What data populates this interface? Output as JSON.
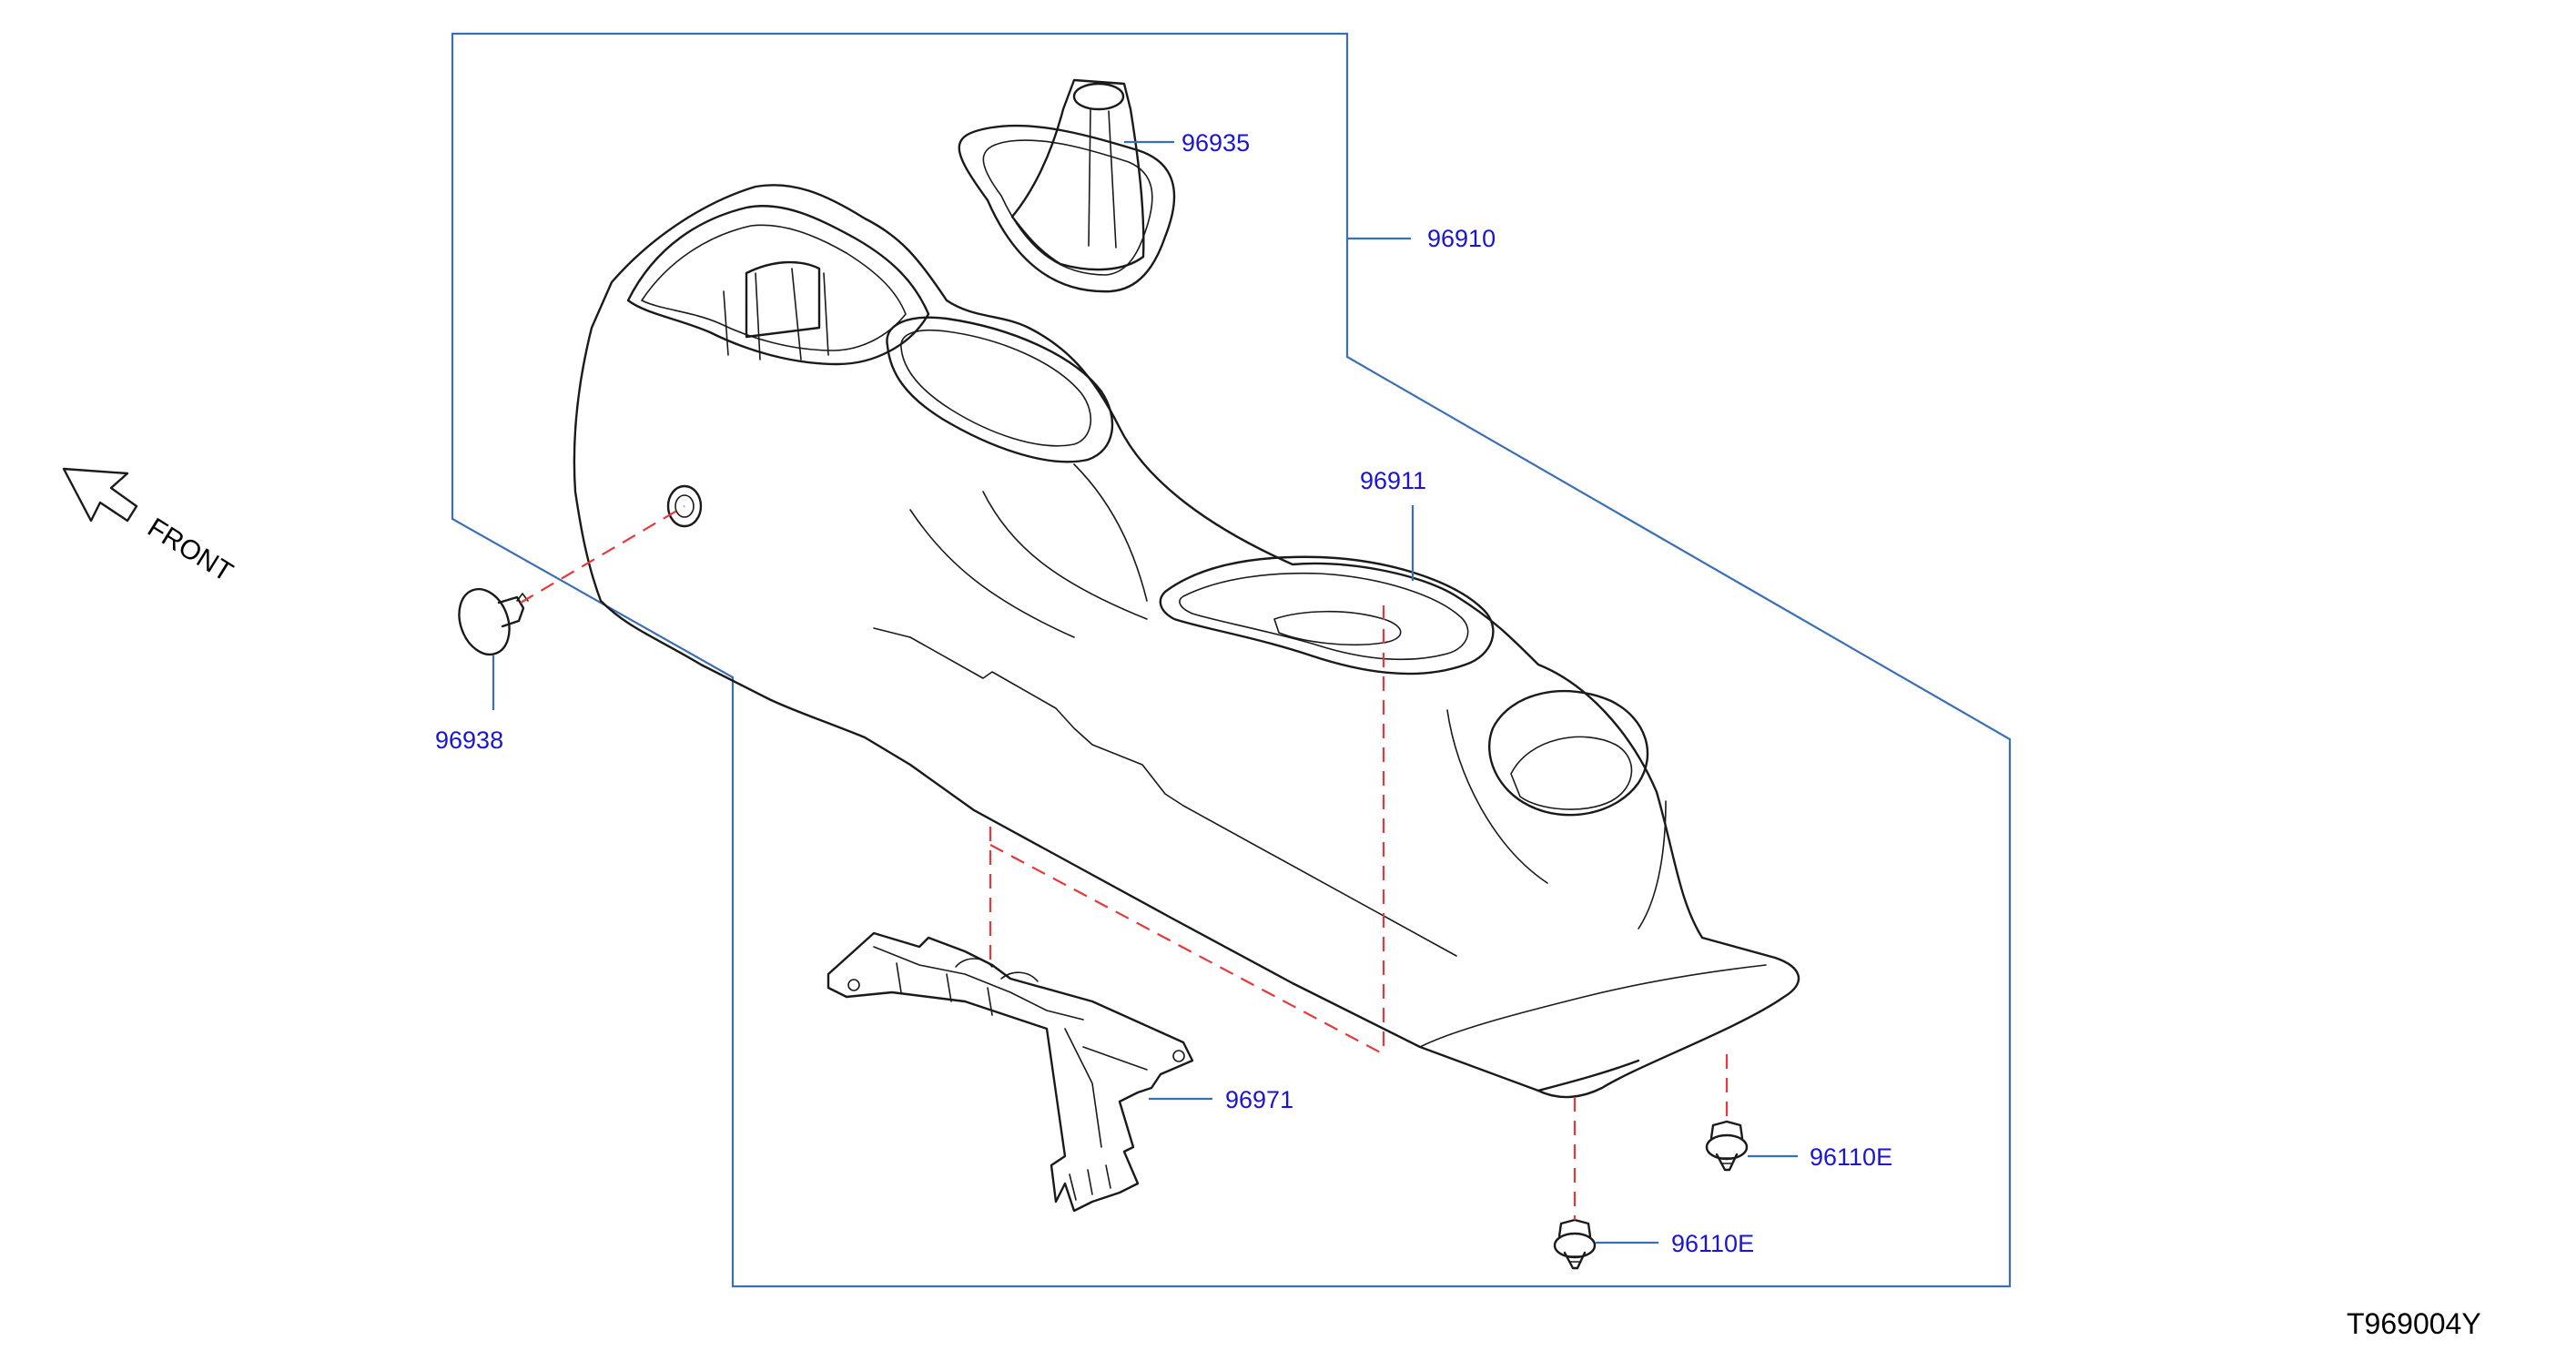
{
  "diagram": {
    "id": "T969004Y",
    "front_label": "FRONT",
    "colors": {
      "label": "#1a14d6",
      "frame": "#3a6fb5",
      "dashed_guide": "#e23b3b",
      "outline": "#1a1a1a"
    },
    "parts": {
      "shift_boot": "96935",
      "console_assembly": "96910",
      "console_body": "96911",
      "plug": "96938",
      "bracket": "96971",
      "clip_right": "96110E",
      "clip_left": "96110E"
    }
  }
}
